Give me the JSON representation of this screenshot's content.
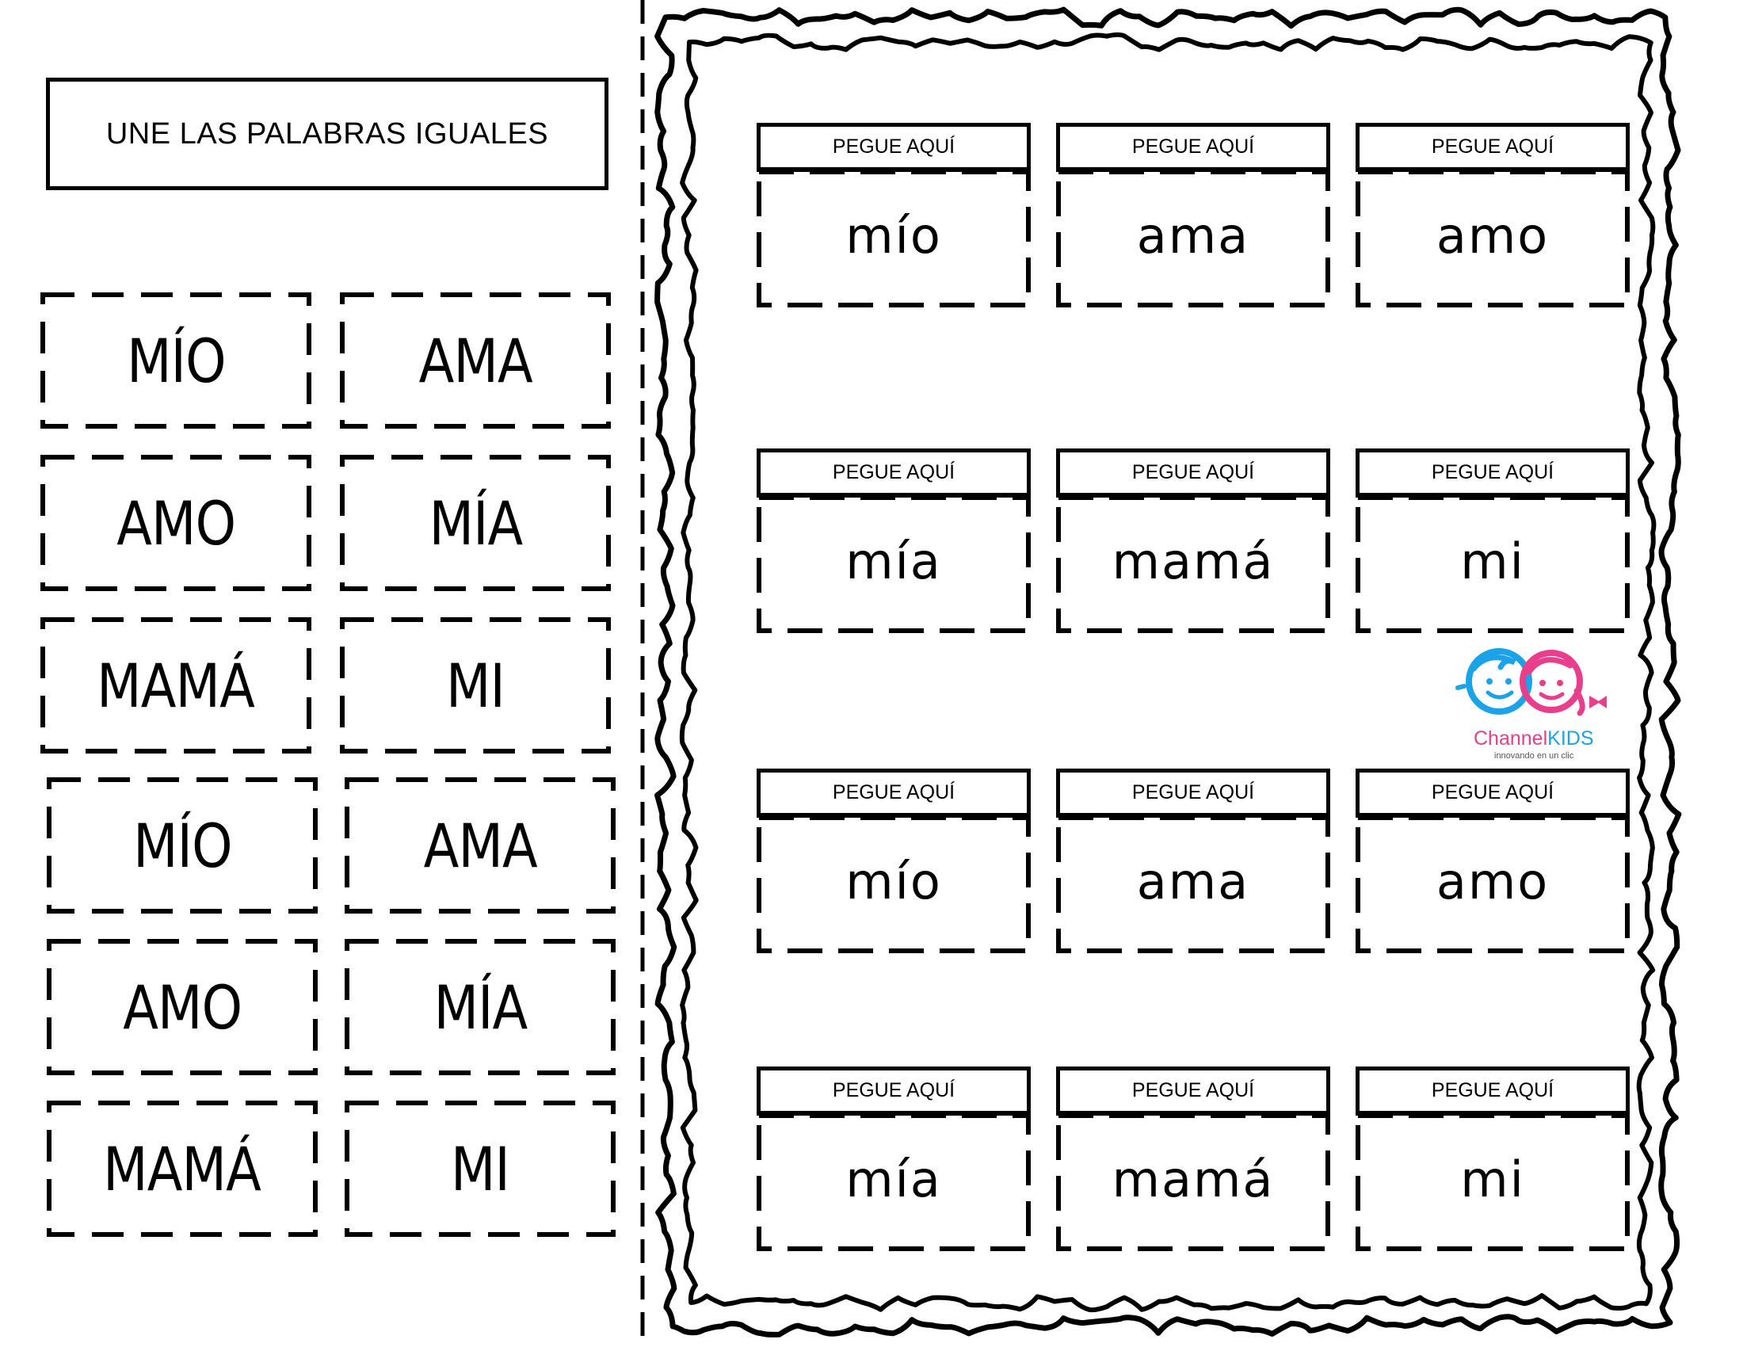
{
  "title": "UNE LAS PALABRAS IGUALES",
  "cut_cards": [
    {
      "word": "MÍO"
    },
    {
      "word": "AMA"
    },
    {
      "word": "AMO"
    },
    {
      "word": "MÍA"
    },
    {
      "word": "MAMÁ"
    },
    {
      "word": "MI"
    },
    {
      "word": "MÍO"
    },
    {
      "word": "AMA"
    },
    {
      "word": "AMO"
    },
    {
      "word": "MÍA"
    },
    {
      "word": "MAMÁ"
    },
    {
      "word": "MI"
    }
  ],
  "paste_slots": [
    {
      "label": "PEGUE AQUÍ",
      "word": "mío"
    },
    {
      "label": "PEGUE AQUÍ",
      "word": "ama"
    },
    {
      "label": "PEGUE AQUÍ",
      "word": "amo"
    },
    {
      "label": "PEGUE AQUÍ",
      "word": "mía"
    },
    {
      "label": "PEGUE AQUÍ",
      "word": "mamá"
    },
    {
      "label": "PEGUE AQUÍ",
      "word": "mi"
    },
    {
      "label": "PEGUE AQUÍ",
      "word": "mío"
    },
    {
      "label": "PEGUE AQUÍ",
      "word": "ama"
    },
    {
      "label": "PEGUE AQUÍ",
      "word": "amo"
    },
    {
      "label": "PEGUE AQUÍ",
      "word": "mía"
    },
    {
      "label": "PEGUE AQUÍ",
      "word": "mamá"
    },
    {
      "label": "PEGUE AQUÍ",
      "word": "mi"
    }
  ],
  "logo": {
    "brand_part1": "Channel",
    "brand_part2": "KIDS",
    "tagline": "innovando en un clic",
    "colors": {
      "blue": "#1aa3e8",
      "pink": "#e83e8c"
    }
  }
}
